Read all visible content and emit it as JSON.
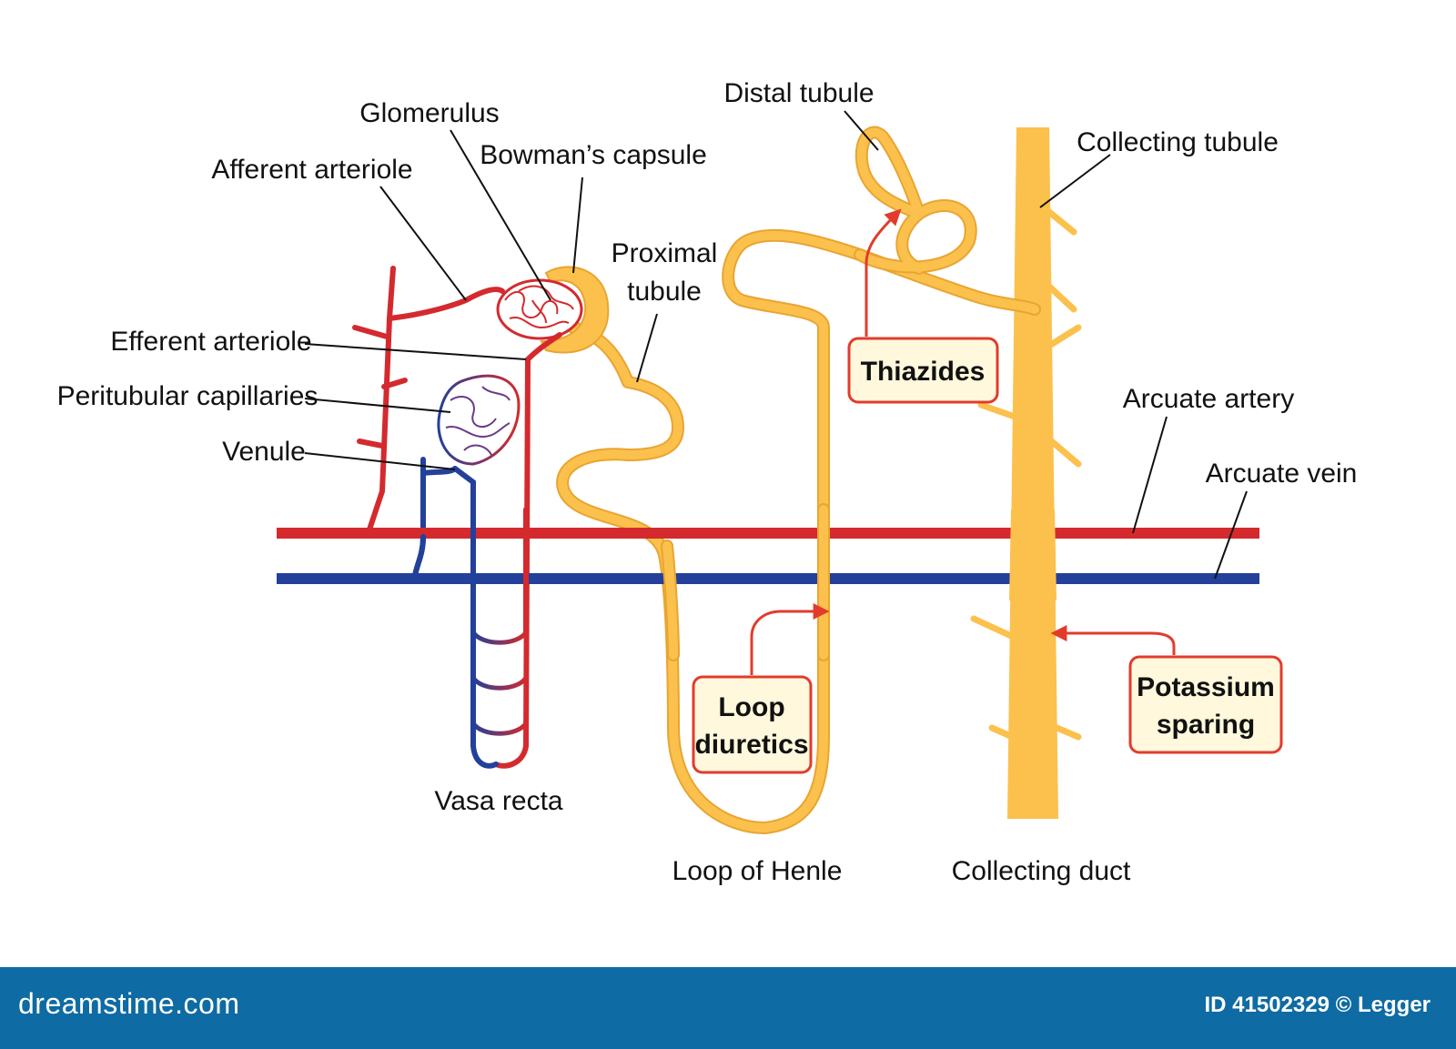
{
  "colors": {
    "artery": "#d42a2e",
    "vein": "#23409a",
    "tubule": "#fbc14c",
    "tubule_edge": "#e8a532",
    "box_fill": "#fff8dc",
    "box_stroke": "#e23b2c",
    "footer": "#0e6ba3"
  },
  "labels": {
    "glomerulus": "Glomerulus",
    "bowmans_capsule": "Bowman’s capsule",
    "afferent_arteriole": "Afferent arteriole",
    "efferent_arteriole": "Efferent arteriole",
    "peritubular_capillaries": "Peritubular capillaries",
    "venule": "Venule",
    "vasa_recta": "Vasa recta",
    "proximal_tubule_line1": "Proximal",
    "proximal_tubule_line2": "tubule",
    "distal_tubule": "Distal tubule",
    "collecting_tubule": "Collecting tubule",
    "arcuate_artery": "Arcuate artery",
    "arcuate_vein": "Arcuate vein",
    "loop_of_henle": "Loop of Henle",
    "collecting_duct": "Collecting duct"
  },
  "drug_boxes": {
    "thiazides": "Thiazides",
    "loop_line1": "Loop",
    "loop_line2": "diuretics",
    "potassium_line1": "Potassium",
    "potassium_line2": "sparing"
  },
  "footer": {
    "brand": "dreamstime.com",
    "credit": "ID 41502329 © Legger"
  }
}
